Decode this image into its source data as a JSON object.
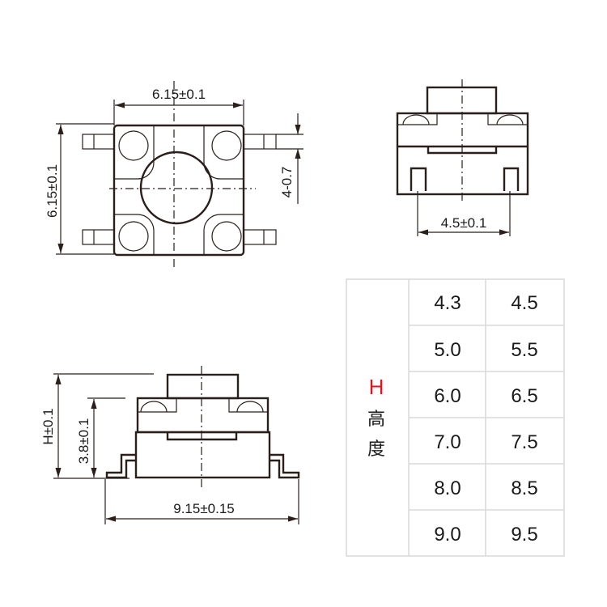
{
  "top_view": {
    "width_dim": "6.15±0.1",
    "height_dim": "6.15±0.1",
    "pin_dim": "4-0.7"
  },
  "side_view_right": {
    "pin_span_dim": "4.5±0.1"
  },
  "side_view_front": {
    "height_dim": "H±0.1",
    "body_height_dim": "3.8±0.1",
    "length_dim": "9.15±0.15"
  },
  "height_table": {
    "label": "H",
    "label_color": "#e0141e",
    "label_cn": [
      "高",
      "度"
    ],
    "rows": [
      [
        "4.3",
        "4.5"
      ],
      [
        "5.0",
        "5.5"
      ],
      [
        "6.0",
        "6.5"
      ],
      [
        "7.0",
        "7.5"
      ],
      [
        "8.0",
        "8.5"
      ],
      [
        "9.0",
        "9.5"
      ]
    ]
  }
}
